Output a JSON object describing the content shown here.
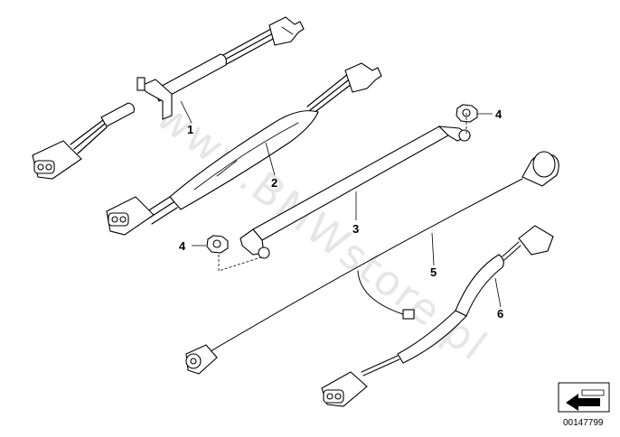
{
  "diagram": {
    "watermark": "www.BMWstore.pl",
    "document_number": "00147799",
    "callouts": [
      "1",
      "2",
      "3",
      "4",
      "5",
      "6"
    ],
    "callout_4_second": "4"
  }
}
